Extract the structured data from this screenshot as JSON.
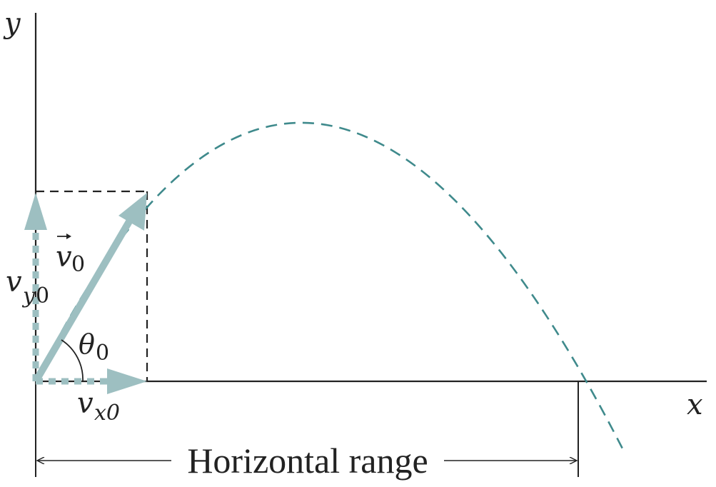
{
  "labels": {
    "y_axis": "y",
    "x_axis": "x",
    "v": "v",
    "v_sub": "0",
    "vy": "v",
    "vy_sub1": "y",
    "vy_sub2": "0",
    "vx": "v",
    "vx_sub": "x0",
    "theta": "θ",
    "theta_sub": "0",
    "range": "Horizontal range"
  },
  "colors": {
    "axis": "#222222",
    "trajectory": "#3f8a8c",
    "vector": "#9dbfc1",
    "component": "#9dbfc1"
  }
}
